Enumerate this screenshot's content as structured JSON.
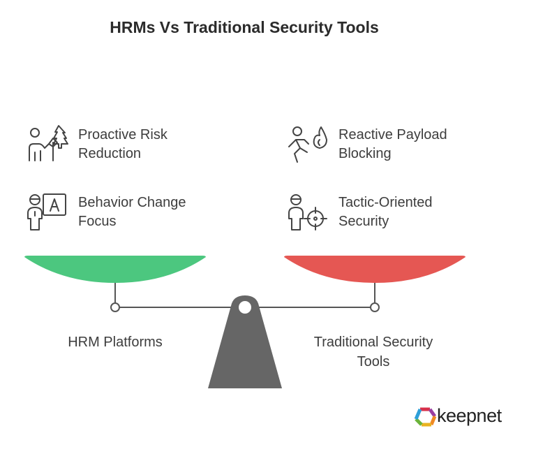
{
  "title": "HRMs Vs Traditional Security Tools",
  "left": {
    "label": "HRM Platforms",
    "color": "#4cc77f",
    "items": [
      {
        "text": "Proactive Risk Reduction",
        "icon": "person-tree-flag-icon"
      },
      {
        "text": "Behavior Change Focus",
        "icon": "person-board-icon"
      }
    ]
  },
  "right": {
    "label": "Traditional Security Tools",
    "color": "#e55753",
    "items": [
      {
        "text": "Reactive Payload Blocking",
        "icon": "person-running-fire-icon"
      },
      {
        "text": "Tactic-Oriented Security",
        "icon": "person-target-icon"
      }
    ]
  },
  "brand": {
    "name": "keepnet"
  }
}
